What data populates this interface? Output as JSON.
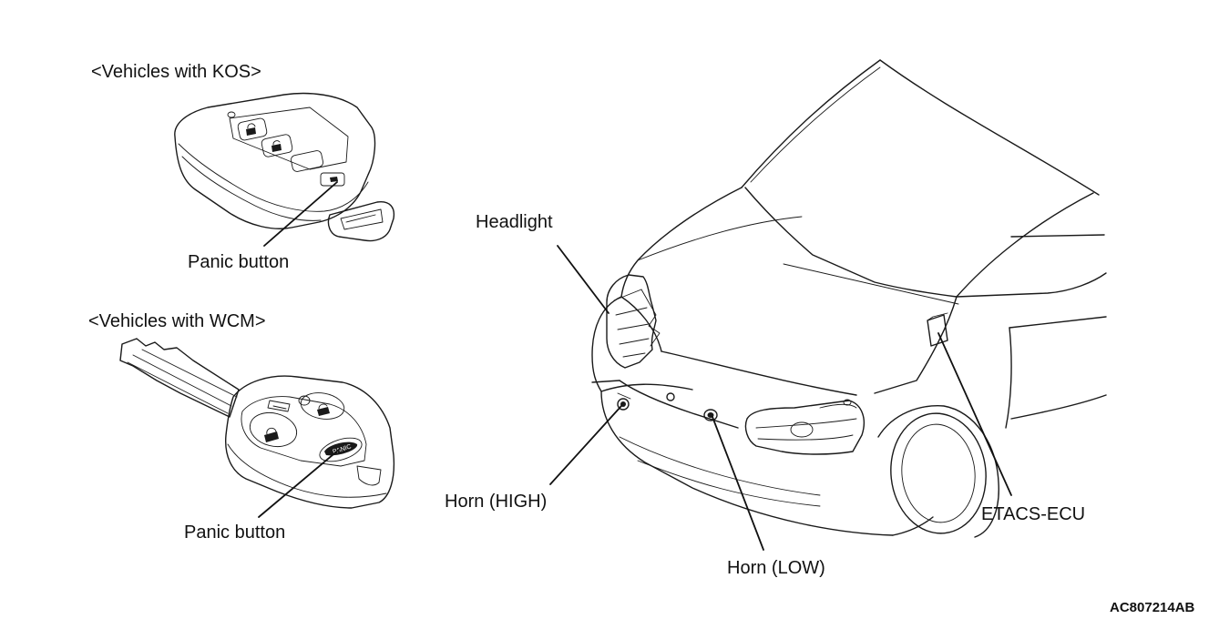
{
  "labels": {
    "kos_heading": "<Vehicles with KOS>",
    "kos_panic": "Panic button",
    "wcm_heading": "<Vehicles with WCM>",
    "wcm_panic": "Panic button",
    "headlight": "Headlight",
    "horn_high": "Horn (HIGH)",
    "horn_low": "Horn (LOW)",
    "etacs": "ETACS-ECU"
  },
  "figure_code": "AC807214AB",
  "icons": {
    "wcm_panic_text": "PANIC"
  }
}
